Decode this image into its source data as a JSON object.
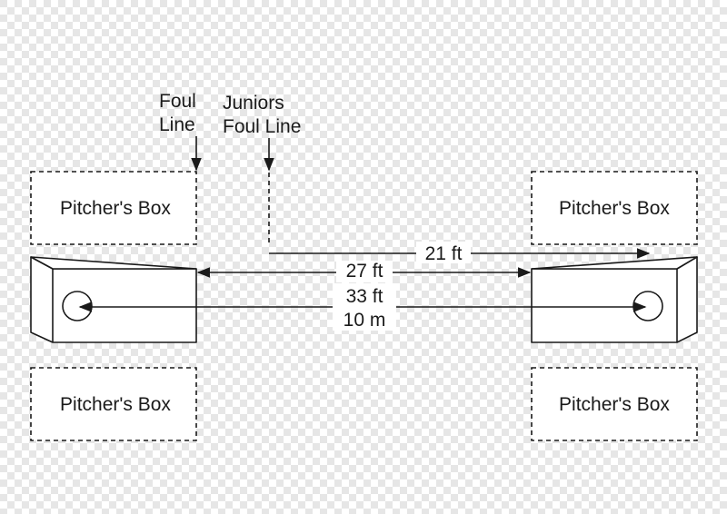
{
  "labels": {
    "foul_line_1": "Foul",
    "foul_line_2": "Line",
    "juniors_1": "Juniors",
    "juniors_2": "Foul Line",
    "dist_21": "21 ft",
    "dist_27": "27 ft",
    "dist_33": "33 ft",
    "dist_10": "10 m"
  },
  "boxes": {
    "top_left": "Pitcher's Box",
    "bottom_left": "Pitcher's Box",
    "top_right": "Pitcher's Box",
    "bottom_right": "Pitcher's Box"
  },
  "colors": {
    "line": "#1a1a1a",
    "checker_light": "#ffffff",
    "checker_dark": "#e6e6e6"
  }
}
